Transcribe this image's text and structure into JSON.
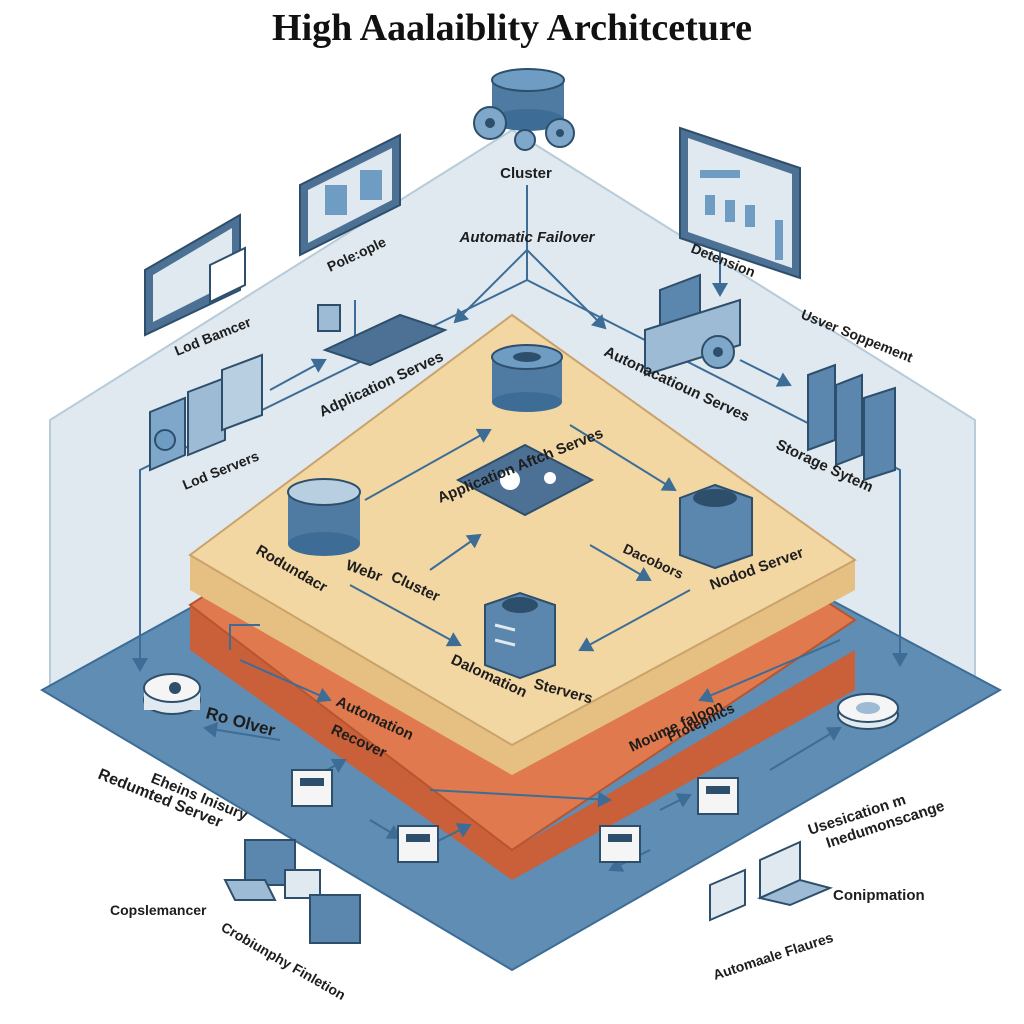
{
  "title": "High Aaalaiblity Architceture",
  "colors": {
    "frame_fill": "#dfe9ef",
    "base_plate": "#5f8db3",
    "orange_layer": "#e07a4e",
    "top_layer": "#f3d7a3",
    "line": "#3d6d96",
    "device": "#5b86ad"
  },
  "labels": {
    "cluster_top": "Cluster",
    "automatic_failover": "Automatic Failover",
    "pole_ople": "Pole:ople",
    "detension": "Detension",
    "load_bamcer": "Lod Bamcer",
    "usver_soppement": "Usver Soppement",
    "application_serves_left": "Adplication Serves",
    "automation_serves_right": "Autonacatioun Serves",
    "lod_servers": "Lod Servers",
    "storage_system": "Storage Sytem",
    "center_servers": "Application Aftch Serves",
    "rodundacr": "Rodundacr",
    "webr": "Webr",
    "cluster_mid": "Cluster",
    "dacobors": "Dacobors",
    "nodod_server": "Nodod Server",
    "dalomation": "Dalomation",
    "stervers": "Stervers",
    "automation_recover_1": "Automation",
    "automation_recover_2": "Recover",
    "moume_faloon_1": "Moume faloon",
    "moume_faloon_2": "Protepincs",
    "ro_olver": "Ro Olver",
    "eheins_inisury": "Eheins Inisury",
    "redundant_server": "Redumted Server",
    "copslemancer": "Copslemancer",
    "croblunphy": "Crobiunphy Finletion",
    "usesication_1": "Usesication m",
    "usesication_2": "Inedumonscange",
    "conipmation": "Conipmation",
    "automaale_flaures": "Automaale Flaures"
  }
}
